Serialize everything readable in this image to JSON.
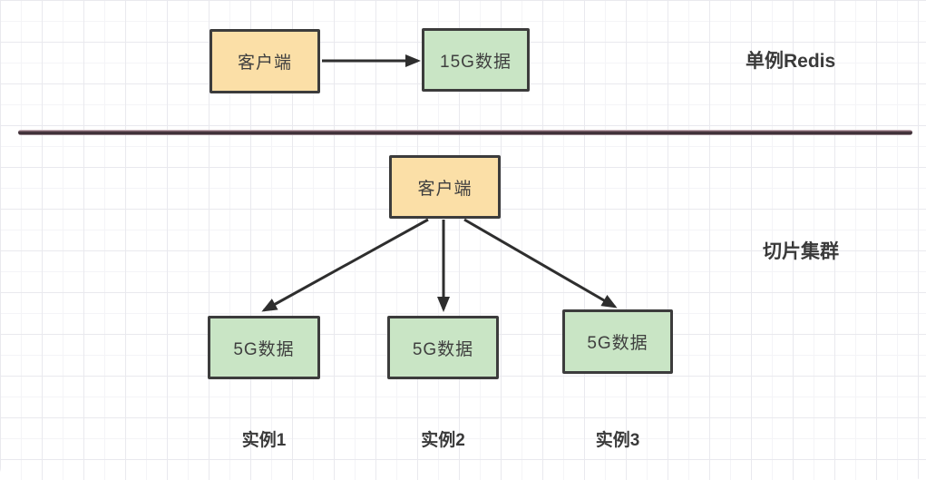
{
  "diagram": {
    "title_semantic": "Redis single instance vs sharded cluster",
    "top_section": {
      "client_label": "客户端",
      "data_label": "15G数据",
      "section_label": "单例Redis"
    },
    "bottom_section": {
      "client_label": "客户端",
      "section_label": "切片集群",
      "shards": [
        {
          "data_label": "5G数据",
          "instance_label": "实例1"
        },
        {
          "data_label": "5G数据",
          "instance_label": "实例2"
        },
        {
          "data_label": "5G数据",
          "instance_label": "实例3"
        }
      ]
    }
  },
  "colors": {
    "client_node_fill": "#fbdfa7",
    "data_node_fill": "#c9e5c5",
    "node_border": "#3c3c3c",
    "arrow": "#2e2e2e",
    "divider_core": "#3f3138",
    "label_text": "#3a3a3a",
    "grid_minor": "#f4f4f7",
    "grid_major": "#e9e9ee"
  }
}
